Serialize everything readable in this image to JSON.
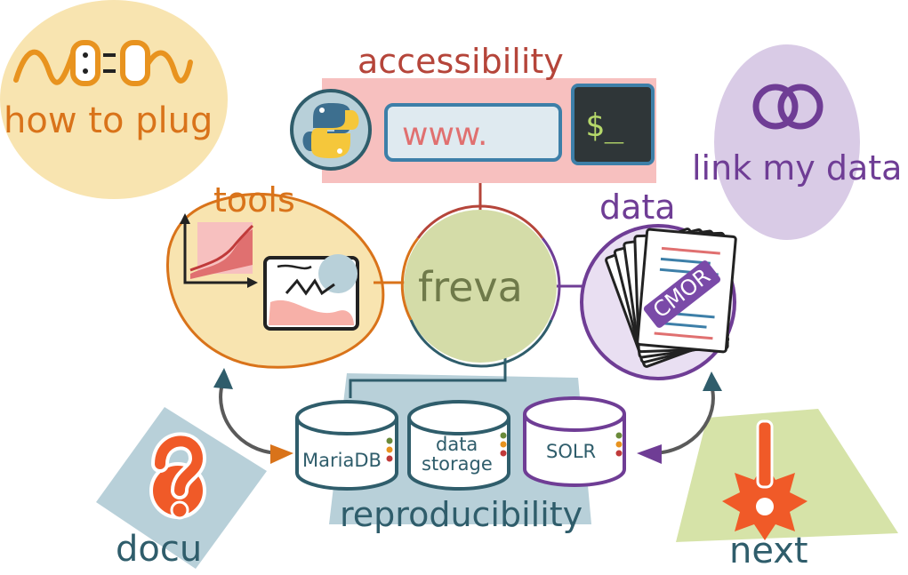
{
  "labels": {
    "accessibility": "accessibility",
    "how_to_plug": "how to plug",
    "link_my_data": "link my data",
    "tools": "tools",
    "data": "data",
    "freva": "freva",
    "url_box": "www.",
    "terminal": "$_",
    "cmor": "CMOR",
    "mariadb": "MariaDB",
    "data_storage_line1": "data",
    "data_storage_line2": "storage",
    "solr": "SOLR",
    "reproducibility": "reproducibility",
    "docu": "docu",
    "next": "next"
  },
  "colors": {
    "accessibility": "#b5453a",
    "tools": "#d9731a",
    "data": "#6f3d95",
    "freva": "#6f7a4a",
    "storage": "#2f5d6b",
    "docu_bg": "#b8d0d9",
    "next_bg": "#d6e3a8"
  },
  "icons": [
    "plug-icon",
    "python-icon",
    "terminal-icon",
    "link-rings-icon",
    "chart-icon",
    "map-icon",
    "document-stack-icon",
    "question-mark-icon",
    "exclamation-icon",
    "database-icon"
  ]
}
